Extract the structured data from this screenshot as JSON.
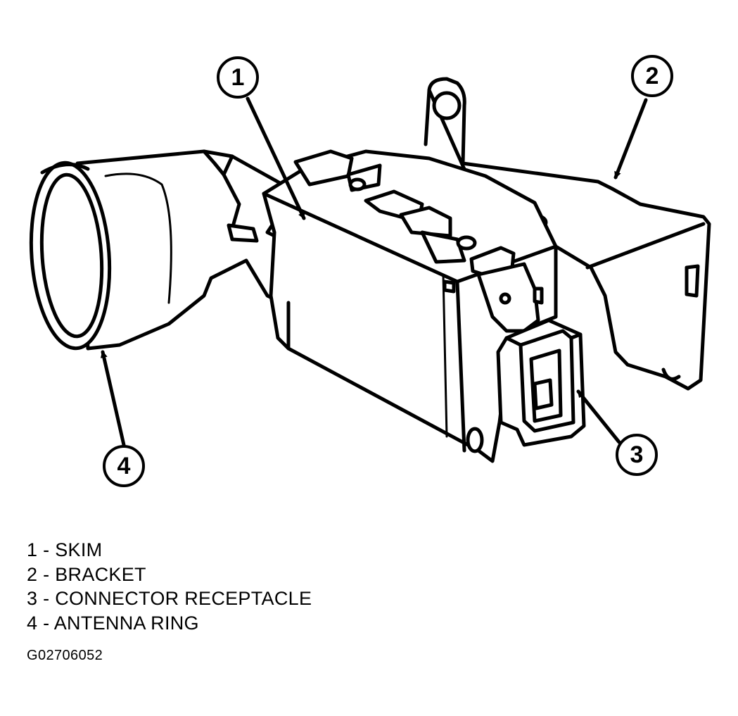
{
  "callouts": [
    {
      "number": "1",
      "target": "SKIM"
    },
    {
      "number": "2",
      "target": "BRACKET"
    },
    {
      "number": "3",
      "target": "CONNECTOR RECEPTACLE"
    },
    {
      "number": "4",
      "target": "ANTENNA RING"
    }
  ],
  "legend": [
    "1 - SKIM",
    "2 - BRACKET",
    "3 - CONNECTOR RECEPTACLE",
    "4 - ANTENNA RING"
  ],
  "figure_code": "G02706052"
}
